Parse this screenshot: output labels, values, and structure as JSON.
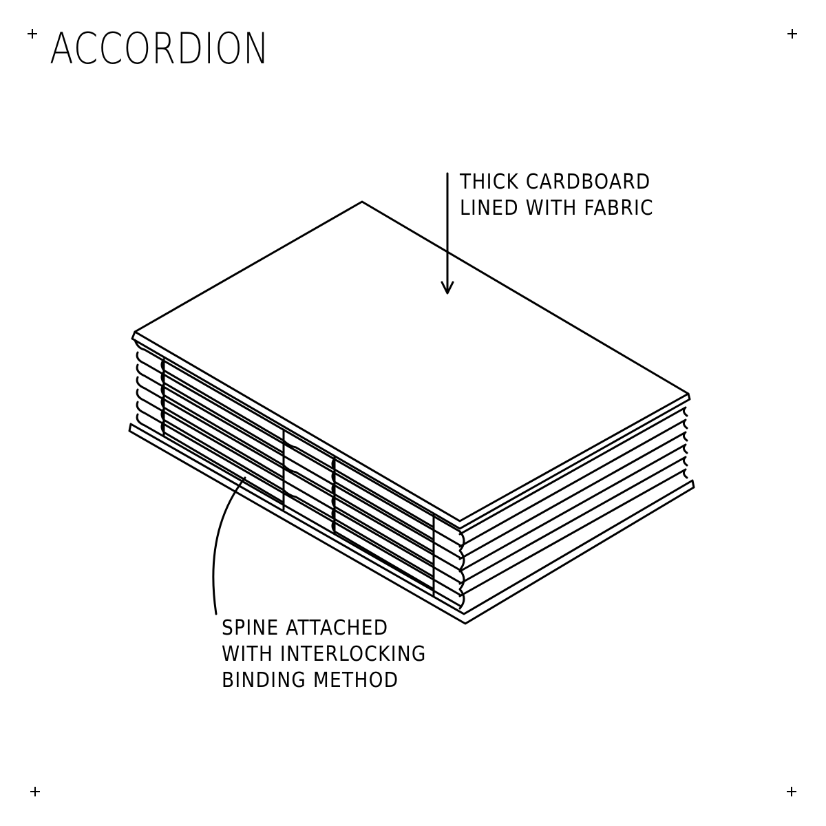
{
  "title": "ACCORDION",
  "annotations": {
    "cover": {
      "lines": [
        "THICK CARDBOARD",
        "LINED WITH FABRIC"
      ]
    },
    "spine": {
      "lines": [
        "SPINE ATTACHED",
        "WITH INTERLOCKING",
        "BINDING METHOD"
      ]
    }
  }
}
